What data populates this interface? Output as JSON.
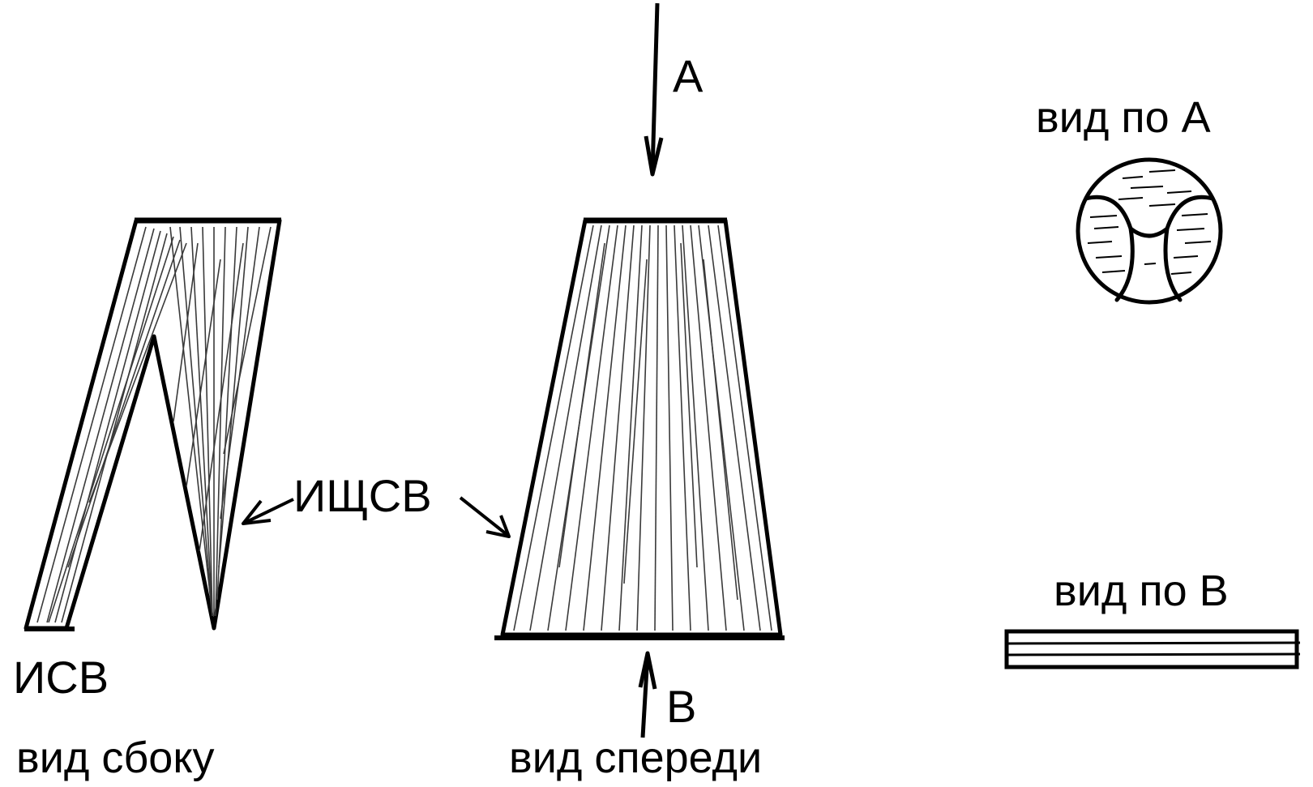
{
  "labels": {
    "arrow_a": "A",
    "view_a": "вид по А",
    "view_b": "вид по В",
    "icsv": "ИЩСВ",
    "isv": "ИСВ",
    "side_view": "вид сбоку",
    "arrow_b": "В",
    "front_view": "вид спереди"
  },
  "colors": {
    "ink": "#000000",
    "hatch": "#3a3a3a",
    "paper": "#ffffff"
  }
}
